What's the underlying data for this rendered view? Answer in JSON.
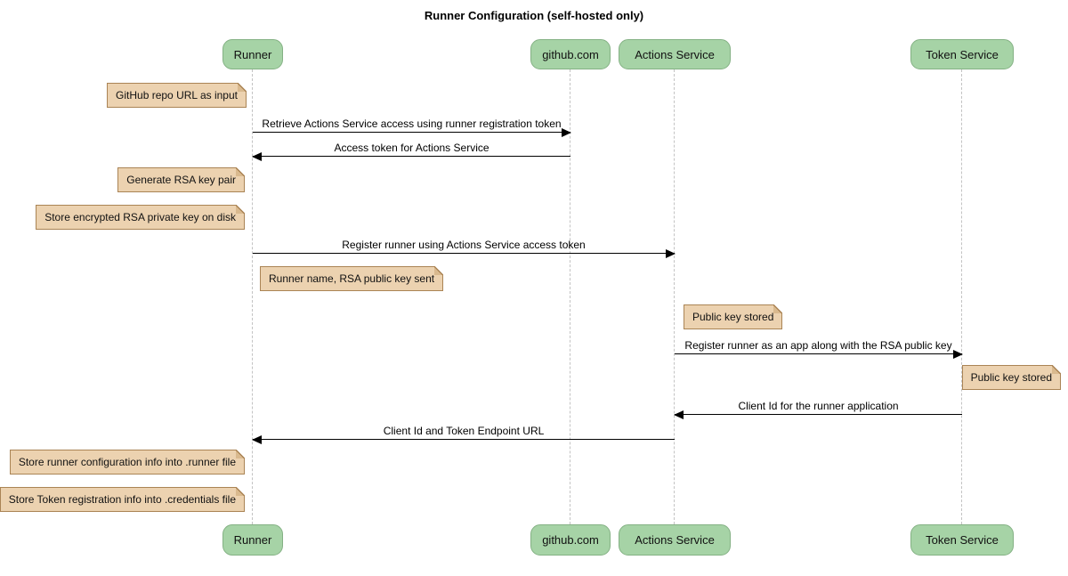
{
  "title": "Runner Configuration (self-hosted only)",
  "participants": [
    {
      "id": "runner",
      "label": "Runner"
    },
    {
      "id": "github",
      "label": "github.com"
    },
    {
      "id": "actions-service",
      "label": "Actions Service"
    },
    {
      "id": "token-service",
      "label": "Token Service"
    }
  ],
  "messages": [
    {
      "from": "Runner",
      "to": "github.com",
      "label": "Retrieve Actions Service access using runner registration token"
    },
    {
      "from": "github.com",
      "to": "Runner",
      "label": "Access token for Actions Service"
    },
    {
      "from": "Runner",
      "to": "Actions Service",
      "label": "Register runner using Actions Service access token"
    },
    {
      "from": "Actions Service",
      "to": "Token Service",
      "label": "Register runner as an app along with the RSA public key"
    },
    {
      "from": "Token Service",
      "to": "Actions Service",
      "label": "Client Id for the runner application"
    },
    {
      "from": "Actions Service",
      "to": "Runner",
      "label": "Client Id and Token Endpoint URL"
    }
  ],
  "notes": [
    {
      "anchor": "Runner",
      "side": "left",
      "label": "GitHub repo URL as input"
    },
    {
      "anchor": "Runner",
      "side": "left",
      "label": "Generate RSA key pair"
    },
    {
      "anchor": "Runner",
      "side": "left",
      "label": "Store encrypted RSA private key on disk"
    },
    {
      "anchor": "Runner",
      "side": "right",
      "label": "Runner name, RSA public key sent"
    },
    {
      "anchor": "Actions Service",
      "side": "right",
      "label": "Public key stored"
    },
    {
      "anchor": "Token Service",
      "side": "right",
      "label": "Public key stored"
    },
    {
      "anchor": "Runner",
      "side": "left",
      "label": "Store runner configuration info into .runner file"
    },
    {
      "anchor": "Runner",
      "side": "left",
      "label": "Store Token registration info into .credentials file"
    }
  ],
  "colors": {
    "participant_fill": "#a6d3a6",
    "participant_border": "#84b184",
    "note_fill": "#ecd2b0",
    "note_border": "#aa8455",
    "note_fold": "#d9b98e",
    "lifeline": "#c3c3c3",
    "arrow": "#000000",
    "background": "#ffffff"
  }
}
